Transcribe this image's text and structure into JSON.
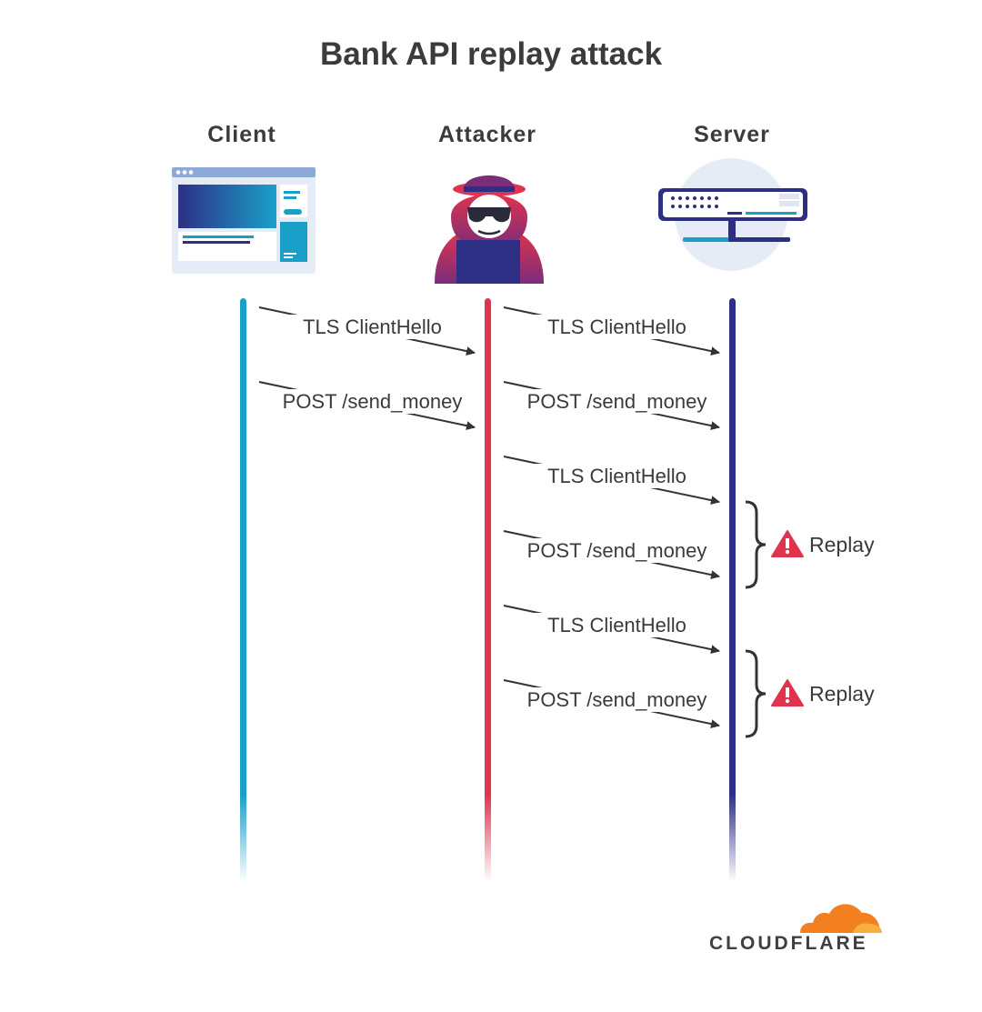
{
  "title": "Bank API replay attack",
  "actors": {
    "client": "Client",
    "attacker": "Attacker",
    "server": "Server"
  },
  "messages": [
    {
      "label": "TLS ClientHello",
      "from": "client",
      "to": "attacker"
    },
    {
      "label": "POST /send_money",
      "from": "client",
      "to": "attacker"
    },
    {
      "label": "TLS ClientHello",
      "from": "attacker",
      "to": "server"
    },
    {
      "label": "POST /send_money",
      "from": "attacker",
      "to": "server"
    },
    {
      "label": "TLS ClientHello",
      "from": "attacker",
      "to": "server"
    },
    {
      "label": "POST /send_money",
      "from": "attacker",
      "to": "server"
    },
    {
      "label": "TLS ClientHello",
      "from": "attacker",
      "to": "server"
    },
    {
      "label": "POST /send_money",
      "from": "attacker",
      "to": "server"
    }
  ],
  "replays": [
    {
      "label": "Replay",
      "icon": "warning-icon"
    },
    {
      "label": "Replay",
      "icon": "warning-icon"
    }
  ],
  "brand": "CLOUDFLARE",
  "colors": {
    "client": "#1aa0c8",
    "attacker": "#e0334d",
    "server": "#2d2f84",
    "warning": "#e0334d",
    "brand_orange": "#f38020"
  }
}
